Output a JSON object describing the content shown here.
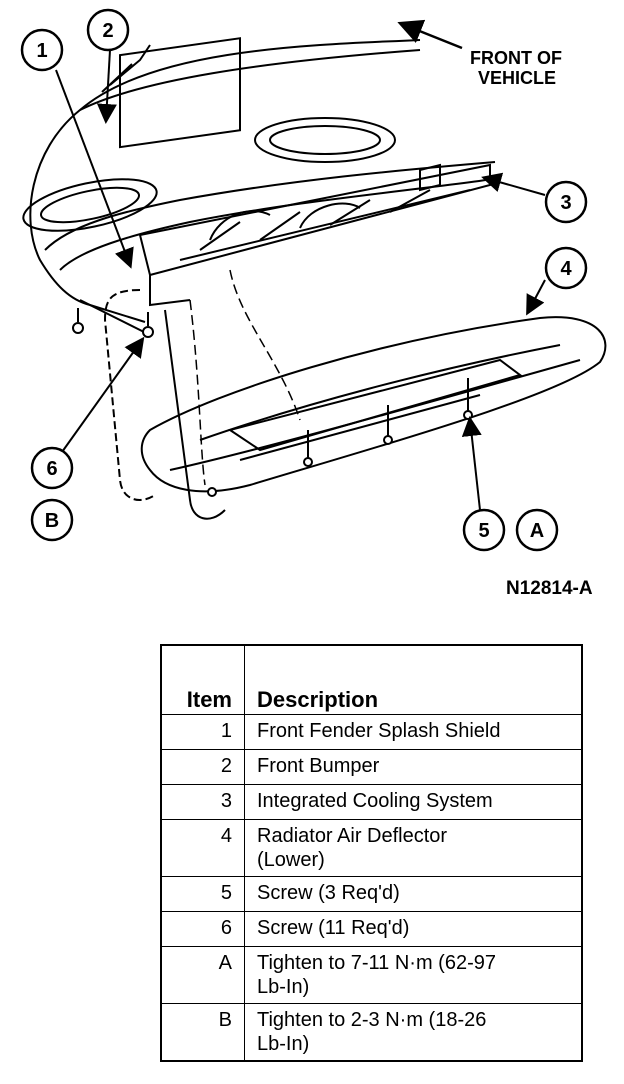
{
  "orientation_label": "FRONT OF VEHICLE",
  "figure_id": "N12814-A",
  "callouts": [
    "1",
    "2",
    "3",
    "4",
    "5",
    "6",
    "A",
    "B"
  ],
  "legend": {
    "header_item": "Item",
    "header_description": "Description",
    "rows": [
      {
        "item": "1",
        "description": "Front Fender Splash Shield"
      },
      {
        "item": "2",
        "description": "Front Bumper"
      },
      {
        "item": "3",
        "description": "Integrated Cooling System"
      },
      {
        "item": "4",
        "description": "Radiator Air Deflector\n(Lower)"
      },
      {
        "item": "5",
        "description": "Screw (3 Req'd)"
      },
      {
        "item": "6",
        "description": "Screw (11 Req'd)"
      },
      {
        "item": "A",
        "description": "Tighten to 7-11 N·m (62-97\nLb-In)"
      },
      {
        "item": "B",
        "description": "Tighten to 2-3 N·m (18-26\nLb-In)"
      }
    ]
  }
}
